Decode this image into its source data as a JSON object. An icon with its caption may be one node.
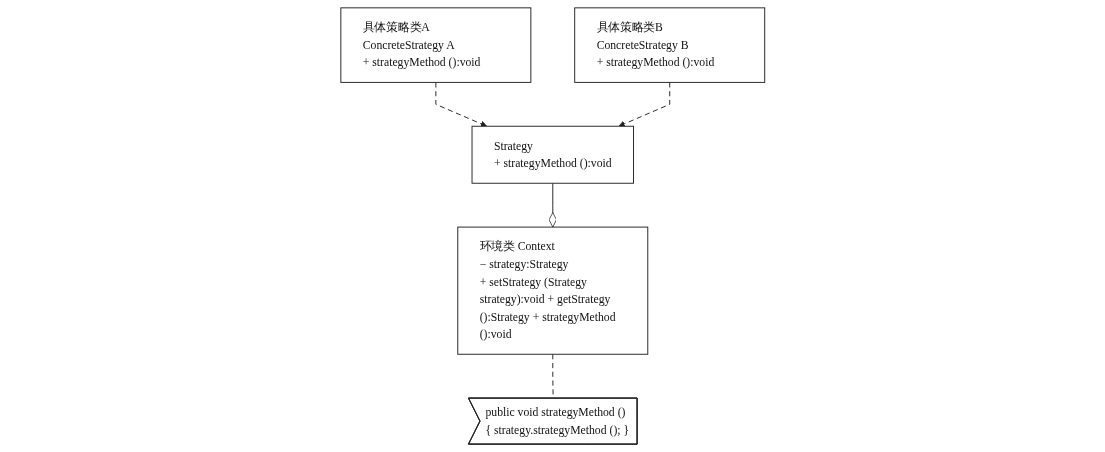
{
  "diagram": {
    "nodes": [
      {
        "text": [
          "Strategy",
          "+ strategyMethod ():void"
        ]
      },
      {
        "text": [
          "环境类 Context",
          "− strategy:Strategy",
          "+ setStrategy (Strategy strategy):void + getStrategy ():Strategy + strategyMethod ():void"
        ]
      },
      {
        "text": [
          "具体策略类A ConcreteStrategy A",
          "+ strategyMethod ():void"
        ]
      },
      {
        "text": [
          "具体策略类B ConcreteStrategy B",
          "+ strategyMethod ():void"
        ]
      },
      {
        "text": [
          "public void strategyMethod () { strategy.strategyMethod (); }"
        ]
      }
    ],
    "edges": [
      {
        "from": 0,
        "to": 1,
        "arrow": "other"
      },
      {
        "from": 2,
        "to": 0,
        "arrow": "to",
        "style": "dashed"
      },
      {
        "from": 3,
        "to": 0,
        "arrow": "to",
        "style": "dashed"
      },
      {
        "from": 1,
        "to": 4,
        "arrow": "none",
        "style": "dashed"
      }
    ]
  }
}
